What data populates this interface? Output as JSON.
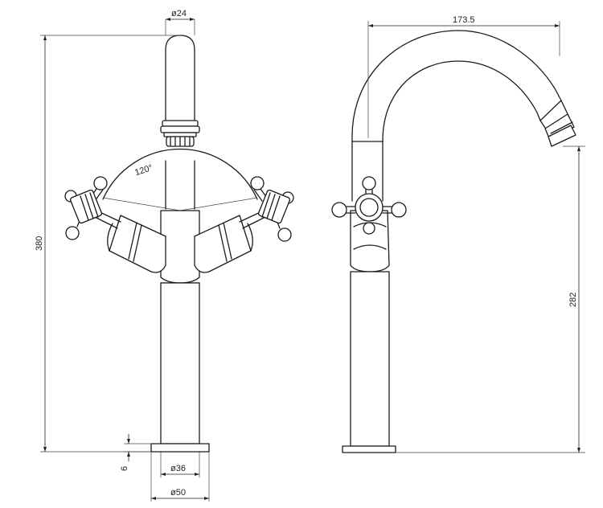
{
  "dimensions": {
    "top_spout_diameter": "ø24",
    "handle_angle": "120°",
    "total_height": "380",
    "base_thickness": "6",
    "base_inner_diameter": "ø36",
    "base_outer_diameter": "ø50",
    "spout_reach": "173.5",
    "spout_outlet_height": "282"
  }
}
